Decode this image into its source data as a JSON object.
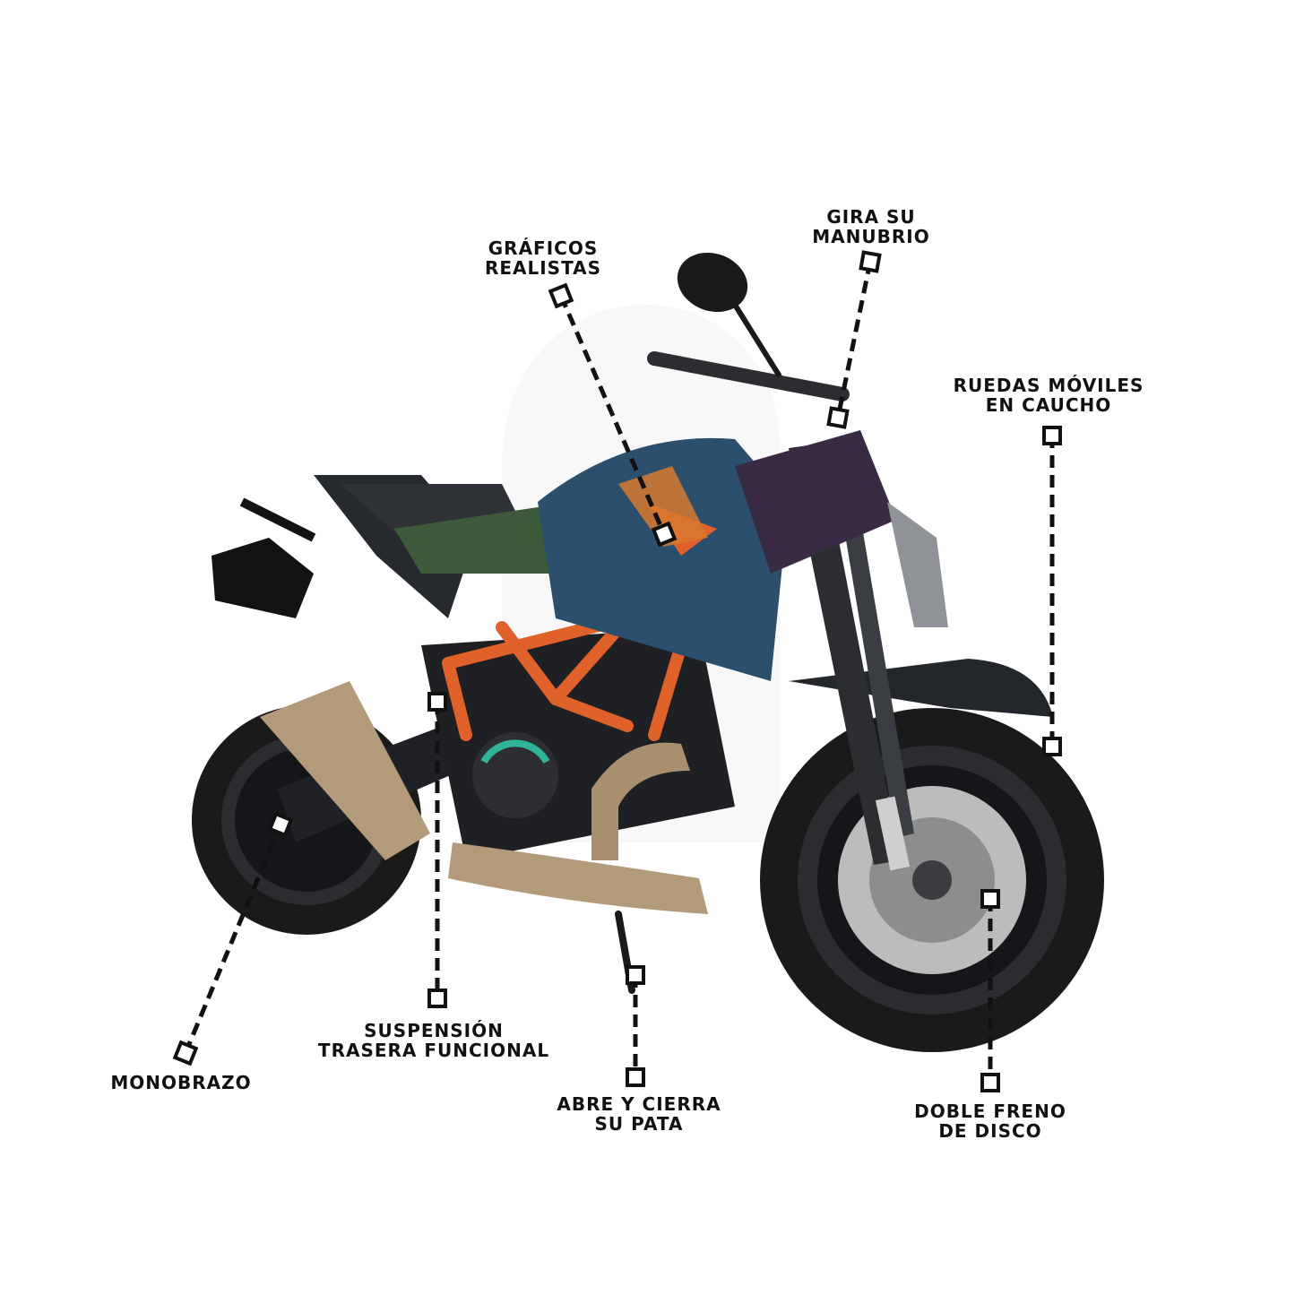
{
  "colors": {
    "ink": "#111111",
    "frame_orange": "#e0622a",
    "tank_blue": "#2c4f6e",
    "exhaust_bronze": "#b39a7a",
    "tire_black": "#1a1a1a",
    "body_dark": "#23262b"
  },
  "labels": {
    "graficos": [
      "GRÁFICOS",
      "REALISTAS"
    ],
    "manubrio": [
      "GIRA SU",
      "MANUBRIO"
    ],
    "ruedas": [
      "RUEDAS MÓVILES",
      "EN CAUCHO"
    ],
    "monobrazo": [
      "MONOBRAZO"
    ],
    "suspension": [
      "SUSPENSIÓN",
      "TRASERA FUNCIONAL"
    ],
    "pata": [
      "ABRE Y CIERRA",
      "SU PATA"
    ],
    "freno": [
      "DOBLE FRENO",
      "DE DISCO"
    ]
  },
  "icons": {
    "marker": "square-marker-icon",
    "motorcycle": "motorcycle-image"
  }
}
